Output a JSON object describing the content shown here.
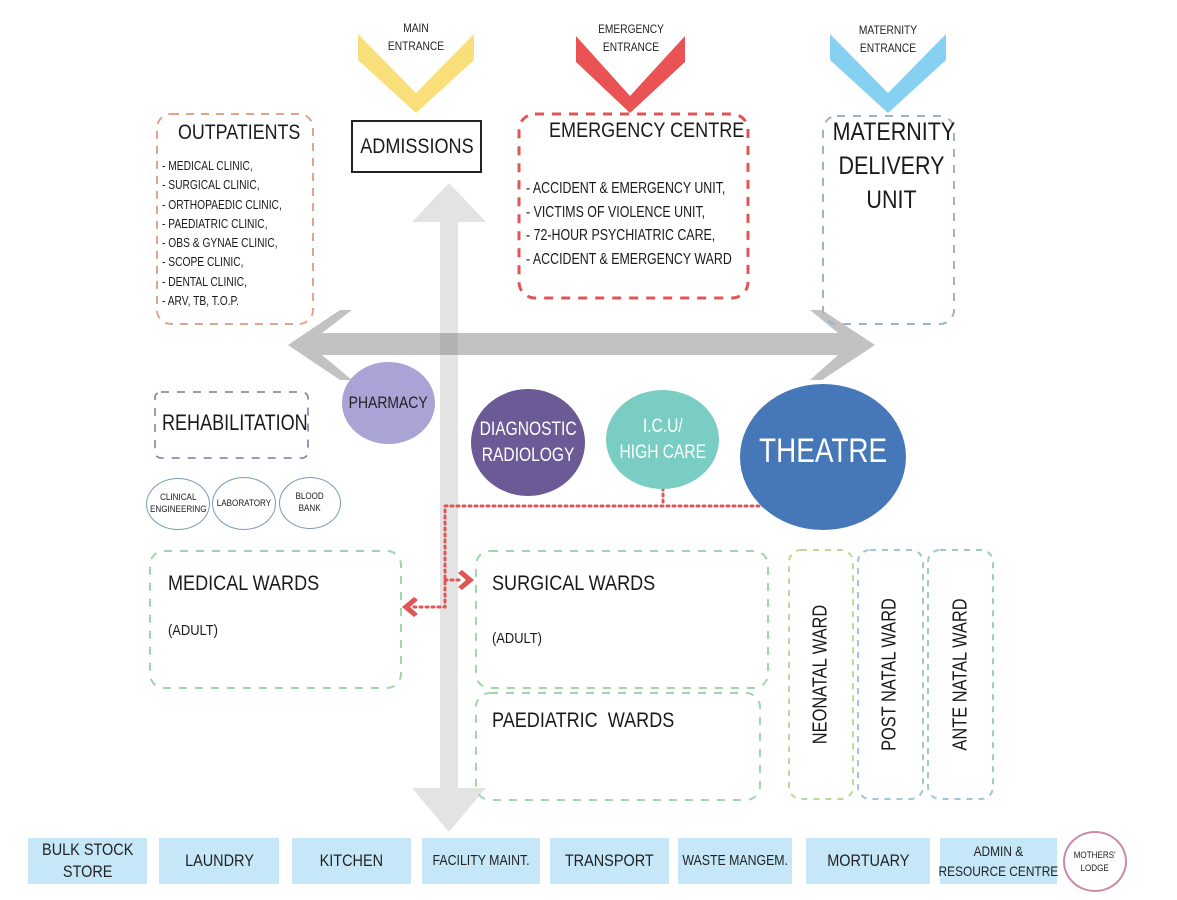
{
  "entrances": [
    {
      "label_line1": "MAIN",
      "label_line2": "ENTRANCE",
      "color": "#f9df7a"
    },
    {
      "label_line1": "EMERGENCY",
      "label_line2": "ENTRANCE",
      "color": "#e95353"
    },
    {
      "label_line1": "MATERNITY",
      "label_line2": "ENTRANCE",
      "color": "#86d0f2"
    }
  ],
  "outpatients": {
    "title": "OUTPATIENTS",
    "border_color": "#e0a58a",
    "items": [
      "- MEDICAL CLINIC,",
      "- SURGICAL CLINIC,",
      "- ORTHOPAEDIC CLINIC,",
      "- PAEDIATRIC CLINIC,",
      "- OBS & GYNAE CLINIC,",
      "- SCOPE CLINIC,",
      "- DENTAL CLINIC,",
      "- ARV, TB, T.O.P."
    ]
  },
  "admissions": {
    "title": "ADMISSIONS"
  },
  "emergency_centre": {
    "title": "EMERGENCY CENTRE",
    "border_color": "#e05555",
    "items": [
      "- ACCIDENT & EMERGENCY UNIT,",
      "- VICTIMS OF VIOLENCE UNIT,",
      "- 72-HOUR PSYCHIATRIC CARE,",
      "- ACCIDENT & EMERGENCY WARD"
    ]
  },
  "maternity": {
    "line1": "MATERNITY",
    "line2": "DELIVERY",
    "line3": "UNIT",
    "border_color": "#9fb3c8"
  },
  "rehabilitation": {
    "title": "REHABILITATION"
  },
  "support_circles": [
    {
      "line1": "CLINICAL",
      "line2": "ENGINEERING"
    },
    {
      "line1": "LABORATORY",
      "line2": ""
    },
    {
      "line1": "BLOOD",
      "line2": "BANK"
    }
  ],
  "departments": {
    "pharmacy": {
      "label": "PHARMACY",
      "color": "#aaa3d6"
    },
    "radiology": {
      "line1": "DIAGNOSTIC",
      "line2": "RADIOLOGY",
      "color": "#6b5a96"
    },
    "icu": {
      "line1": "I.C.U/",
      "line2": "HIGH CARE",
      "color": "#79cdc2"
    },
    "theatre": {
      "label": "THEATRE",
      "color": "#4677b8"
    }
  },
  "wards": {
    "medical": {
      "title": "MEDICAL WARDS",
      "subtitle": "(ADULT)"
    },
    "surgical": {
      "title": "SURGICAL WARDS",
      "subtitle": "(ADULT)"
    },
    "paediatric": {
      "title": "PAEDIATRIC  WARDS"
    },
    "neonatal": {
      "title": "NEONATAL WARD"
    },
    "post_natal": {
      "title": "POST NATAL WARD"
    },
    "ante_natal": {
      "title": "ANTE NATAL WARD"
    },
    "ward_border_color": "#9fd7a6"
  },
  "services": [
    {
      "line1": "BULK STOCK",
      "line2": "STORE"
    },
    {
      "line1": "LAUNDRY",
      "line2": ""
    },
    {
      "line1": "KITCHEN",
      "line2": ""
    },
    {
      "line1": "FACILITY MAINT.",
      "line2": ""
    },
    {
      "line1": "TRANSPORT",
      "line2": ""
    },
    {
      "line1": "WASTE MANGEM.",
      "line2": ""
    },
    {
      "line1": "MORTUARY",
      "line2": ""
    },
    {
      "line1": "ADMIN &",
      "line2": "RESOURCE CENTRE"
    }
  ],
  "mothers_lodge": {
    "line1": "MOTHERS'",
    "line2": "LODGE",
    "border_color": "#c98aab"
  },
  "colors": {
    "service_fill": "#c5e7f8",
    "circulation_arrow": "#c0c0c0",
    "vertical_corridor": "#e3e3e3",
    "connector_red": "#e05555"
  }
}
